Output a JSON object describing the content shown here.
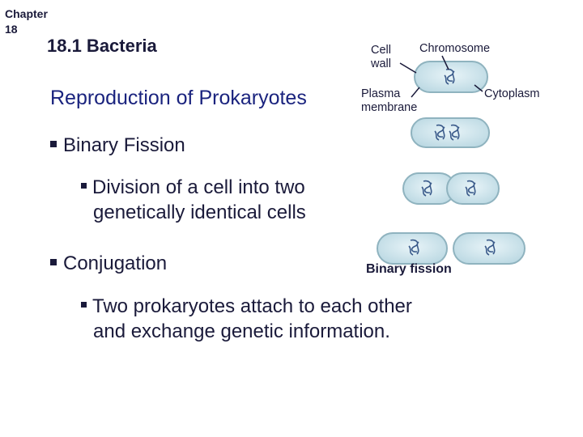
{
  "chapter": {
    "line1": "Chapter",
    "line2": "18"
  },
  "section": "18.1 Bacteria",
  "title": "Reproduction of Prokaryotes",
  "bullets": [
    {
      "label": "Binary Fission",
      "sub": {
        "line1": "Division of a cell into two",
        "line2": "genetically identical cells"
      }
    },
    {
      "label": "Conjugation",
      "sub": {
        "line1": "Two prokaryotes attach to each other",
        "line2": "and exchange genetic information."
      }
    }
  ],
  "diagram": {
    "labels": {
      "cell_wall_1": "Cell",
      "cell_wall_2": "wall",
      "chromosome": "Chromosome",
      "plasma_1": "Plasma",
      "plasma_2": "membrane",
      "cytoplasm": "Cytoplasm",
      "caption": "Binary fission"
    },
    "colors": {
      "cell_fill": "#cfe6ee",
      "cell_stroke": "#8fb3bf",
      "chromosome": "#3a5a8a"
    }
  }
}
